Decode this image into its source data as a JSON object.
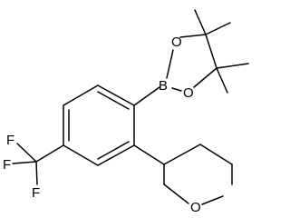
{
  "molecule": {
    "atoms": {
      "boron": "B",
      "oxygen_top": "O",
      "oxygen_bottom": "O",
      "oxygen_ring": "O",
      "fluorine_1": "F",
      "fluorine_2": "F",
      "fluorine_3": "F"
    }
  },
  "colors": {
    "bond": "#000000",
    "label": "#000000",
    "background": "#ffffff"
  }
}
